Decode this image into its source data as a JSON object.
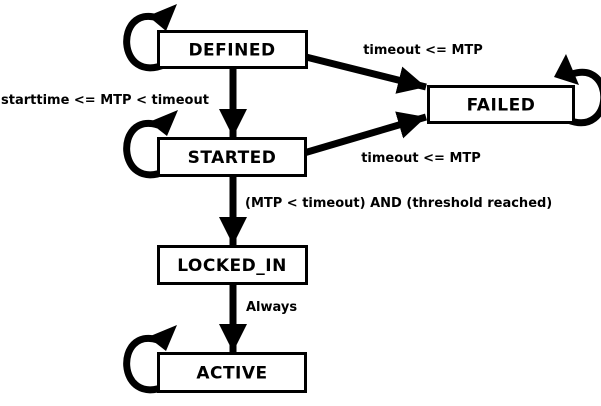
{
  "diagram": {
    "colors": {
      "background": "#ffffff",
      "ink": "#000000"
    },
    "states": [
      {
        "name": "DEFINED"
      },
      {
        "name": "STARTED"
      },
      {
        "name": "FAILED"
      },
      {
        "name": "LOCKED_IN"
      },
      {
        "name": "ACTIVE"
      }
    ],
    "transitions": [
      {
        "from": "DEFINED",
        "to": "DEFINED",
        "label": ""
      },
      {
        "from": "DEFINED",
        "to": "FAILED",
        "label": "timeout <= MTP"
      },
      {
        "from": "DEFINED",
        "to": "STARTED",
        "label": "starttime <= MTP < timeout"
      },
      {
        "from": "STARTED",
        "to": "STARTED",
        "label": ""
      },
      {
        "from": "STARTED",
        "to": "FAILED",
        "label": "timeout <= MTP"
      },
      {
        "from": "STARTED",
        "to": "LOCKED_IN",
        "label": "(MTP < timeout) AND (threshold reached)"
      },
      {
        "from": "LOCKED_IN",
        "to": "ACTIVE",
        "label": "Always"
      },
      {
        "from": "FAILED",
        "to": "FAILED",
        "label": ""
      },
      {
        "from": "ACTIVE",
        "to": "ACTIVE",
        "label": ""
      }
    ]
  }
}
